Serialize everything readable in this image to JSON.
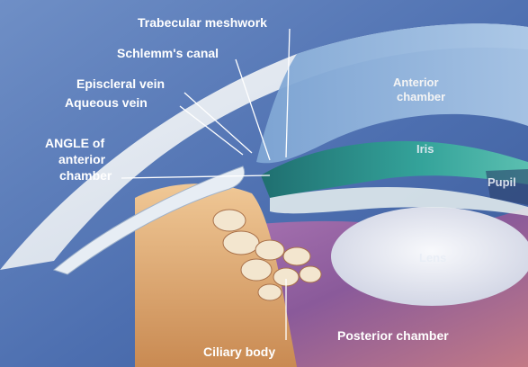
{
  "labels": {
    "trabecular_meshwork": "Trabecular meshwork",
    "schlemms_canal": "Schlemm's canal",
    "episcleral_vein": "Episcleral vein",
    "aqueous_vein": "Aqueous vein",
    "angle_line1": "ANGLE of",
    "angle_line2": "anterior",
    "angle_line3": "chamber",
    "anterior_line1": "Anterior",
    "anterior_line2": "chamber",
    "iris": "Iris",
    "pupil": "Pupil",
    "lens": "Lens",
    "posterior_chamber": "Posterior chamber",
    "ciliary_body": "Ciliary body"
  },
  "colors": {
    "background_blue": "#4a6fb0",
    "sclera_white": "#dfe6ef",
    "cornea_blue": "#8fb3d9",
    "iris_teal": "#2f8f8a",
    "ciliary_tan": "#d9a36b",
    "posterior_purple": "#8a5a9a",
    "lens_white": "#e6e8f2"
  }
}
